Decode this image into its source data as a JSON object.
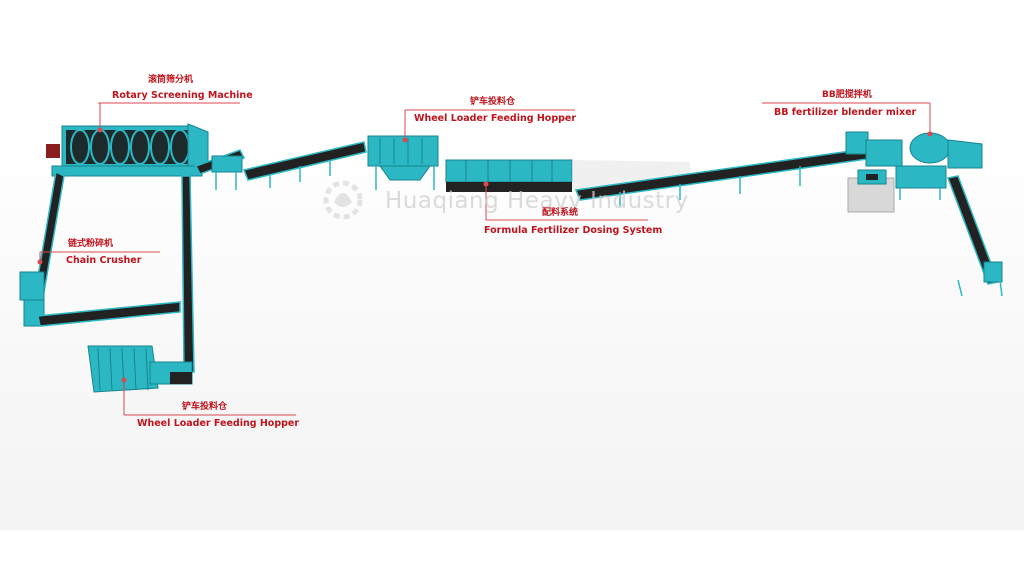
{
  "watermark": {
    "text": "Huaqiang Heavy Industry",
    "logo_icon": "gear-leaf-logo-icon"
  },
  "colors": {
    "machine": "#2bb8c4",
    "conveyor_belt": "#222222",
    "label_red": "#c0141c",
    "leader_line": "#d94a50"
  },
  "labels": {
    "rotary_screening": {
      "cn": "滚筒筛分机",
      "en": "Rotary Screening Machine"
    },
    "chain_crusher": {
      "cn": "链式粉碎机",
      "en": "Chain Crusher"
    },
    "hopper_top": {
      "cn": "铲车投料仓",
      "en": "Wheel Loader Feeding Hopper"
    },
    "hopper_bottom": {
      "cn": "铲车投料仓",
      "en": "Wheel Loader Feeding Hopper"
    },
    "dosing_system": {
      "cn": "配料系统",
      "en": "Formula Fertilizer Dosing System"
    },
    "blender_mixer": {
      "cn": "BB肥搅拌机",
      "en": "BB fertilizer blender mixer"
    }
  }
}
